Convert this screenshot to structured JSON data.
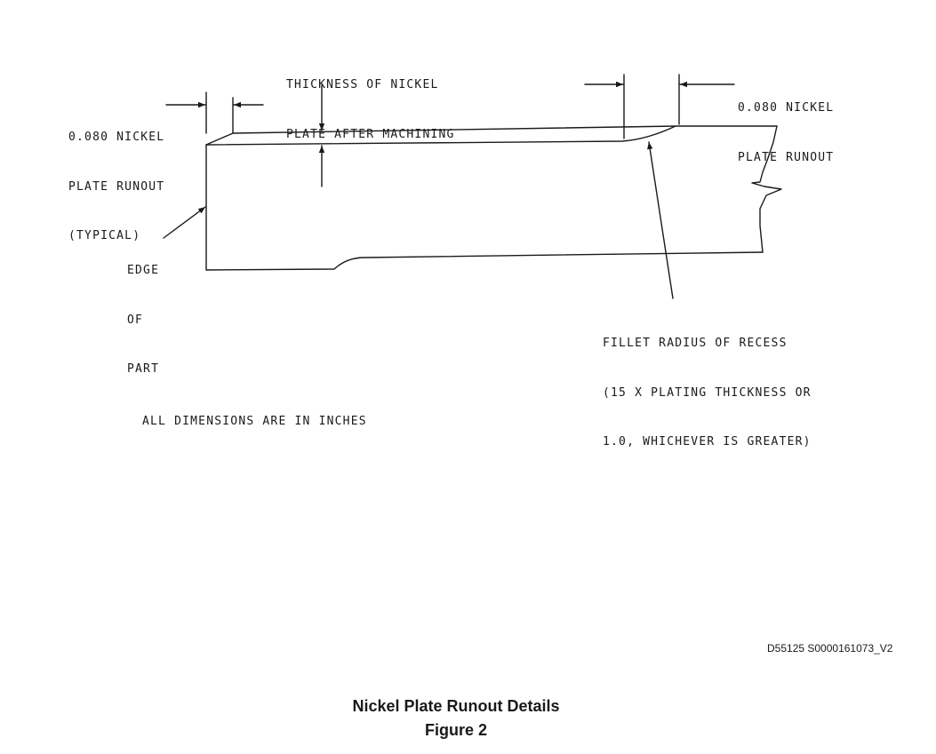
{
  "labels": {
    "thickness": [
      "THICKNESS OF NICKEL",
      "PLATE AFTER MACHINING"
    ],
    "runout_right": [
      "0.080 NICKEL",
      "PLATE RUNOUT"
    ],
    "runout_left": [
      "0.080 NICKEL",
      "PLATE RUNOUT",
      "(TYPICAL)"
    ],
    "edge": [
      "EDGE",
      "OF",
      "PART"
    ],
    "fillet": [
      "FILLET RADIUS OF RECESS",
      "(15 X PLATING THICKNESS OR",
      "1.0, WHICHEVER IS GREATER)"
    ],
    "units_note": "ALL DIMENSIONS ARE IN INCHES"
  },
  "document_id": "D55125 S0000161073_V2",
  "caption": {
    "title": "Nickel Plate Runout Details",
    "figure": "Figure 2"
  },
  "colors": {
    "ink": "#1a1a1a",
    "background": "#ffffff"
  }
}
